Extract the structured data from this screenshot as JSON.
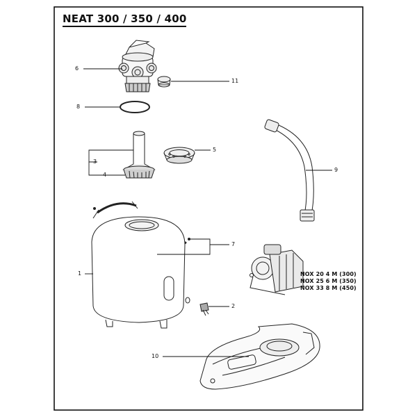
{
  "title": "NEAT 300 / 350 / 400",
  "callouts": {
    "c1": "1",
    "c2": "2",
    "c3": "3",
    "c4": "4",
    "c5": "5",
    "c6": "6",
    "c7": "7",
    "c8": "8",
    "c9": "9",
    "c10": "10",
    "c11": "11"
  },
  "pump_models": [
    "NOX 20 4 M (300)",
    "NOX 25 6 M (350)",
    "NOX 33 8 M (450)"
  ]
}
